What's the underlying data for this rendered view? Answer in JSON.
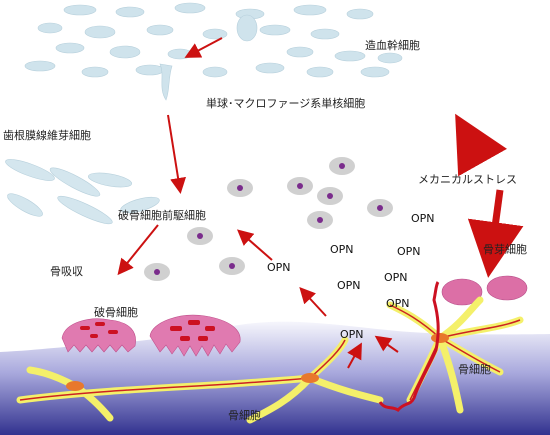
{
  "labels": {
    "hematopoietic": "造血幹細胞",
    "monocyte": "単球･マクロファージ系単核細胞",
    "pdl": "歯根膜線維芽細胞",
    "mechanical": "メカニカルストレス",
    "preosteoclast": "破骨細胞前駆細胞",
    "osteoblast": "骨芽細胞",
    "resorption": "骨吸収",
    "osteoclast": "破骨細胞",
    "osteocyte_right": "骨細胞",
    "osteocyte_bottom": "骨細胞"
  },
  "opn_labels": [
    "OPN",
    "OPN",
    "OPN",
    "OPN",
    "OPN",
    "OPN",
    "OPN",
    "OPN"
  ],
  "colors": {
    "arrow": "#cc1111",
    "blue_cell": "#cfe3ec",
    "grey_cell": "#d0d0d0",
    "purple_nucleus": "#7a2c8c",
    "osteoclast_pink": "#e07ab0",
    "osteoblast_pink": "#dc6fa6",
    "osteocyte_yellow": "#f4f06a",
    "bone_gradient_top": "#f4f4fb",
    "bone_gradient_bottom": "#3b3b9a"
  }
}
